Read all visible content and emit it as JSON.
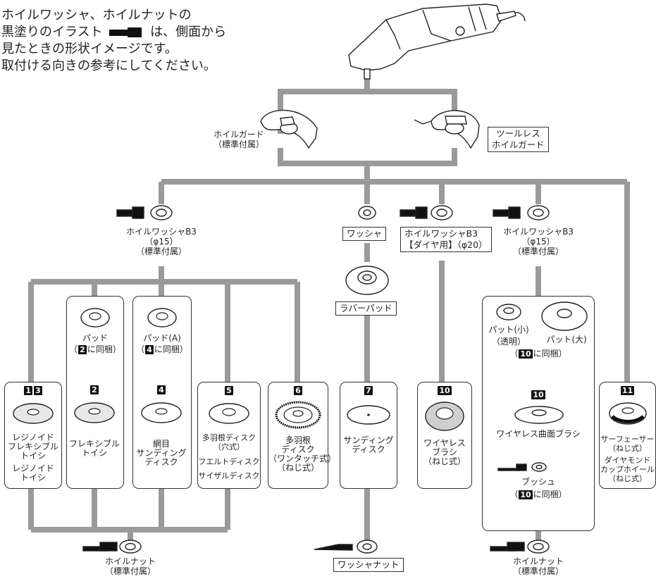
{
  "note": {
    "line1": "ホイルワッシャ、ホイルナットの",
    "line2a": "黒塗りのイラスト",
    "line2b": "は、側面から",
    "line3": "見たときの形状イメージです。",
    "line4": "取付ける向きの参考にしてください。"
  },
  "guards": {
    "standard": [
      "ホイルガード",
      "（標準付属）"
    ],
    "toolless": [
      "ツールレス",
      "ホイルガード"
    ]
  },
  "washers": {
    "left": [
      "ホイルワッシャB3",
      "（φ15）",
      "（標準付属）"
    ],
    "washer": "ワッシャ",
    "diamond": [
      "ホイルワッシャB3",
      "【ダイヤ用】（φ20）"
    ],
    "right": [
      "ホイルワッシャB3",
      "（φ15）",
      "（標準付属）"
    ]
  },
  "pads": {
    "pad": "パッド",
    "pad_a": "パッド(A)",
    "bundled_prefix": "（",
    "bundled_suffix": "に同梱）",
    "rubber_pad": "ラバーパッド",
    "pad_small": [
      "パット(小)",
      "（透明）"
    ],
    "pad_large": "パット(大)"
  },
  "badges": {
    "b1": "1",
    "b3": "3",
    "b2": "2",
    "b4": "4",
    "b5": "5",
    "b6": "6",
    "b7": "7",
    "b10": "10",
    "b11": "11"
  },
  "accessories": {
    "a13": [
      "レジノイド",
      "フレキシブル",
      "トイシ"
    ],
    "a13b": [
      "レジノイド",
      "トイシ"
    ],
    "a2": [
      "フレキシブル",
      "トイシ"
    ],
    "a4": [
      "網目",
      "サンディング",
      "ディスク"
    ],
    "a5": [
      "多羽根ディスク",
      "（穴式）"
    ],
    "a5b": "フエルトディスク",
    "a5c": "サイザルディスク",
    "a6": [
      "多羽根",
      "ディスク",
      "（ワンタッチ式）",
      "（ねじ式）"
    ],
    "a7": [
      "サンディング",
      "ディスク"
    ],
    "a10": [
      "ワイヤレス",
      "ブラシ",
      "（ねじ式）"
    ],
    "a10b": "ワイヤレス曲面ブラシ",
    "bush": "ブッシュ",
    "a11": [
      "サーフェーサー",
      "（ねじ式）"
    ],
    "a11b": [
      "ダイヤモンド",
      "カップホイール",
      "（ねじ式）"
    ]
  },
  "nuts": {
    "left": [
      "ホイルナット",
      "（標準付属）"
    ],
    "washer_nut": "ワッシャナット",
    "right": [
      "ホイルナット",
      "（標準付属）"
    ]
  },
  "colors": {
    "connector": "#9a9a9a",
    "ink": "#222222",
    "badge": "#111111"
  }
}
